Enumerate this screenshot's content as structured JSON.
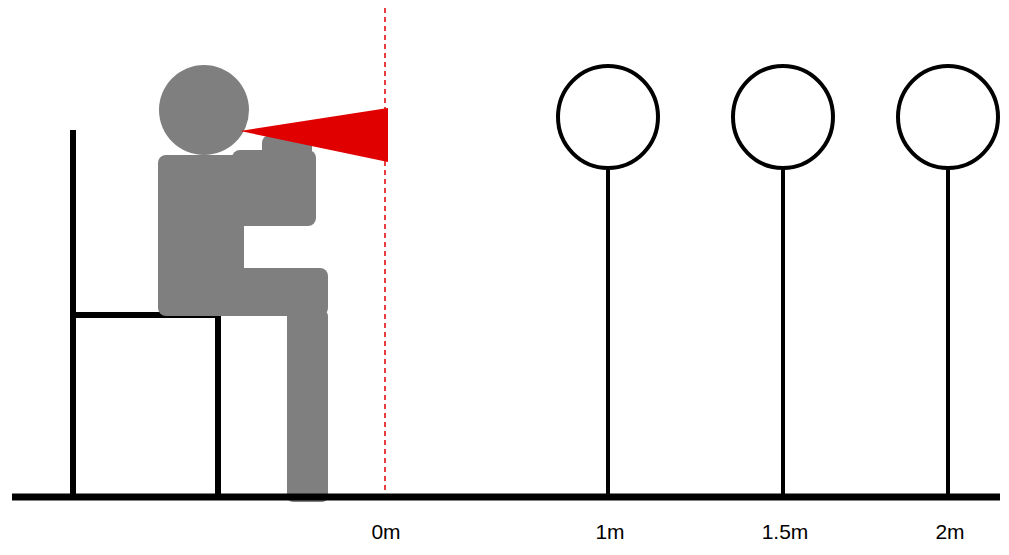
{
  "diagram": {
    "labels": [
      "0m",
      "1m",
      "1.5m",
      "2m"
    ]
  }
}
